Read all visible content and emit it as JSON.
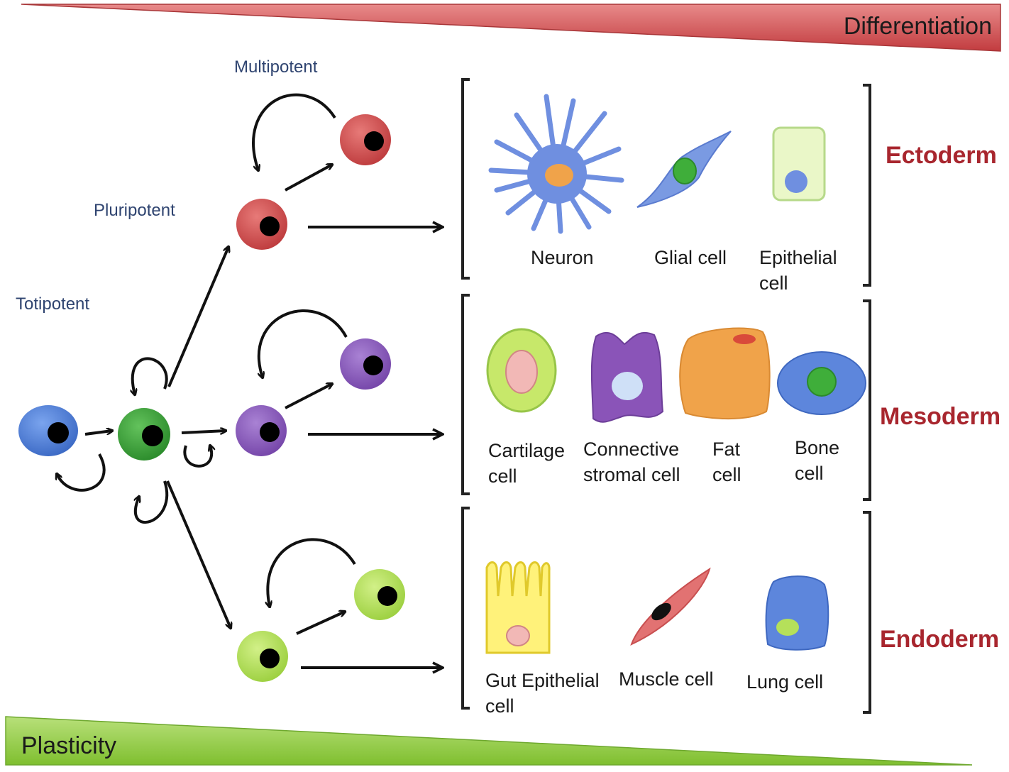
{
  "bars": {
    "differentiation": "Differentiation",
    "plasticity": "Plasticity"
  },
  "stages": {
    "totipotent": "Totipotent",
    "pluripotent": "Pluripotent",
    "multipotent": "Multipotent"
  },
  "germ_layers": {
    "ectoderm": {
      "name": "Ectoderm",
      "cells": [
        {
          "line1": "Neuron",
          "line2": ""
        },
        {
          "line1": "Glial cell",
          "line2": ""
        },
        {
          "line1": "Epithelial",
          "line2": "cell"
        }
      ]
    },
    "mesoderm": {
      "name": "Mesoderm",
      "cells": [
        {
          "line1": "Cartilage",
          "line2": "cell"
        },
        {
          "line1": "Connective",
          "line2": "stromal cell"
        },
        {
          "line1": "Fat",
          "line2": "cell"
        },
        {
          "line1": "Bone",
          "line2": "cell"
        }
      ]
    },
    "endoderm": {
      "name": "Endoderm",
      "cells": [
        {
          "line1": "Gut Epithelial",
          "line2": "cell"
        },
        {
          "line1": "Muscle cell",
          "line2": ""
        },
        {
          "line1": "Lung cell",
          "line2": ""
        }
      ]
    }
  },
  "colors": {
    "differentiation_bar": "#c8474a",
    "plasticity_bar": "#8cc63f",
    "totipotent_cell": "#4f7fd6",
    "pluripotent_cell": "#3c9a3a",
    "ecto_cell": "#cf4b4b",
    "meso_cell": "#8a54b8",
    "endo_cell": "#b5e05a",
    "germ_text": "#a8262e"
  }
}
